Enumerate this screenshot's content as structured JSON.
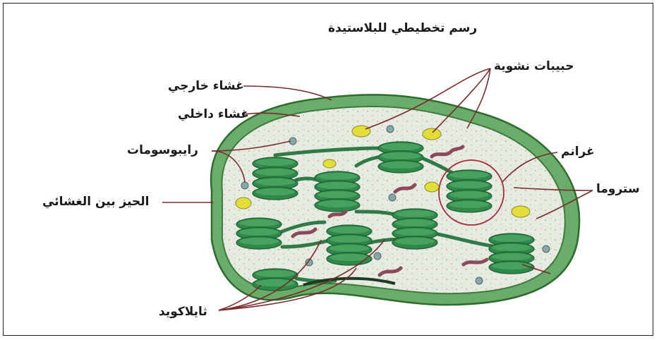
{
  "title": "رسم تخطيطي للبلاستيدة",
  "labels": {
    "outer_membrane": "غشاء خارجي",
    "inner_membrane": "غشاء داخلي",
    "ribosomes": "رايبوسومات",
    "intermembrane_space": "الحيز بين الغشائي",
    "thylakoid": "ثايلاكويد",
    "starch_grains": "حبيبات نشوية",
    "granum": "غرانم",
    "stroma": "ستروما"
  },
  "colors": {
    "outer_membrane": "#5a9e5a",
    "stroma": "#e8ece4",
    "granum": "#2f8a4a",
    "starch": "#e6e040",
    "leader_line": "#7a2a2a",
    "ribosome": "#7a9a9a",
    "tubule": "#8a4a5a"
  }
}
